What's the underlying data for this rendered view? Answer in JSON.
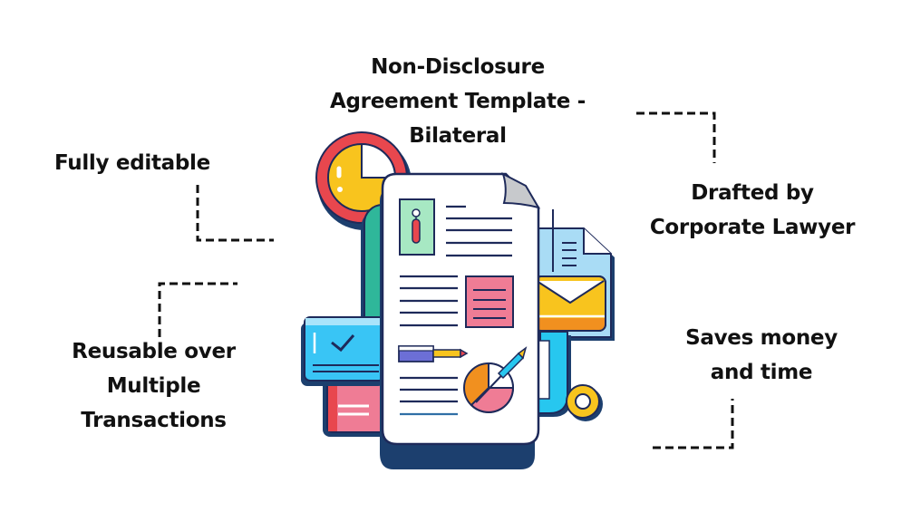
{
  "title": {
    "lines": [
      "Non-Disclosure",
      "Agreement Template -",
      "Bilateral"
    ]
  },
  "features": {
    "fully_editable": {
      "lines": [
        "Fully editable"
      ]
    },
    "drafted_by": {
      "lines": [
        "Drafted by",
        "Corporate Lawyer"
      ]
    },
    "reusable": {
      "lines": [
        "Reusable over",
        "Multiple",
        "Transactions"
      ]
    },
    "saves": {
      "lines": [
        "Saves money",
        "and time"
      ]
    }
  },
  "colors": {
    "outline": "#1e2a5a",
    "shadow": "#1c3f6e",
    "red": "#e8474e",
    "yellow": "#f8c41e",
    "orange": "#f1901f",
    "green": "#2fb79a",
    "light_blue": "#a9dcf5",
    "cyan": "#27c7ef",
    "pink": "#ef7c95",
    "mint": "#a7e8c3",
    "purple": "#6c6fd6",
    "paper": "#ffffff",
    "fold": "#c7c9cc"
  }
}
